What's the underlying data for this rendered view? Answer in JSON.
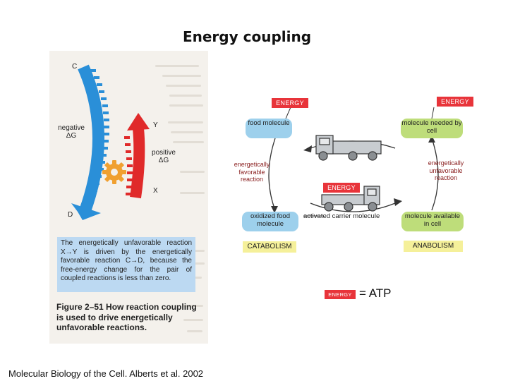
{
  "title": "Energy coupling",
  "left_figure": {
    "label_c": "C",
    "label_d": "D",
    "label_y": "Y",
    "label_x": "X",
    "negative_line1": "negative",
    "negative_line2": "ΔG",
    "positive_line1": "positive",
    "positive_line2": "ΔG",
    "caption_box_text": "The energetically unfavorable reaction X→Y is driven by the energetically favorable reaction C→D, because the free-energy change for the pair of coupled reactions is less than zero.",
    "figure_caption": "Figure 2–51 How reaction coupling is used to drive energetically unfavorable reactions."
  },
  "right_figure": {
    "energy_label": "ENERGY",
    "food_molecule": "food molecule",
    "molecule_needed": "molecule needed by cell",
    "favorable_reaction": "energetically favorable reaction",
    "unfavorable_reaction": "energetically unfavorable reaction",
    "oxidized_food": "oxidized food molecule",
    "activated_carrier": "activated carrier molecule",
    "molecule_available": "molecule available in cell",
    "catabolism": "CATABOLISM",
    "anabolism": "ANABOLISM"
  },
  "legend": {
    "energy_tag": "ENERGY",
    "equals_atp": "= ATP"
  },
  "credit": "Molecular Biology of the Cell.  Alberts et al. 2002",
  "colors": {
    "energy_red": "#e8343a",
    "blue_box": "#9dd0ec",
    "green_box": "#bedd7a",
    "catabolism_yellow": "#f5f09a",
    "caption_blue": "#bcd9f2",
    "arrow_blue": "#2a8fd8",
    "arrow_red": "#e02a2a"
  }
}
